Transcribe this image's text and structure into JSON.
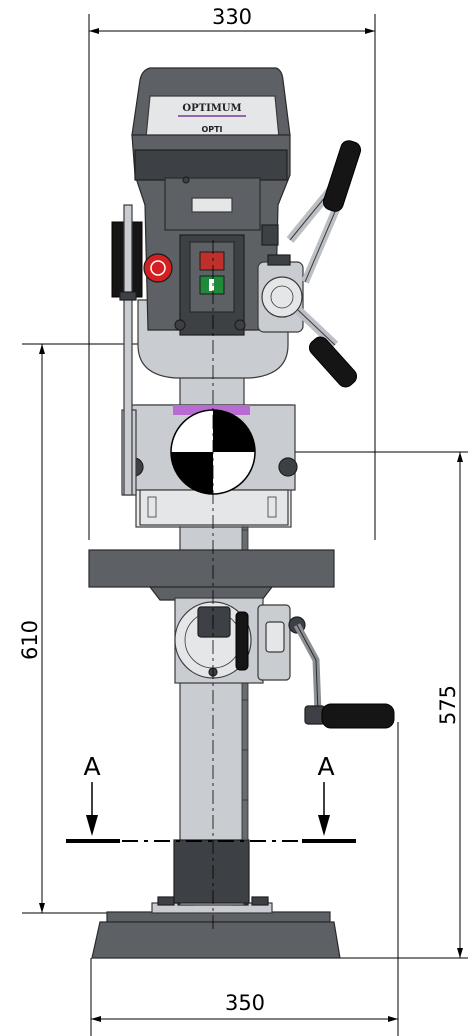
{
  "dimensions": {
    "top_width": "330",
    "bottom_width": "350",
    "left_height": "610",
    "right_height": "575"
  },
  "section_marks": {
    "left": "A",
    "right": "A"
  },
  "head_label": {
    "brand": "OPTIMUM",
    "sub": "OPTI"
  },
  "colors": {
    "emergency_stop": "#d42020",
    "start_button": "#1e8a3a",
    "stop_button": "#c0302a",
    "band": "#b86bd1"
  }
}
